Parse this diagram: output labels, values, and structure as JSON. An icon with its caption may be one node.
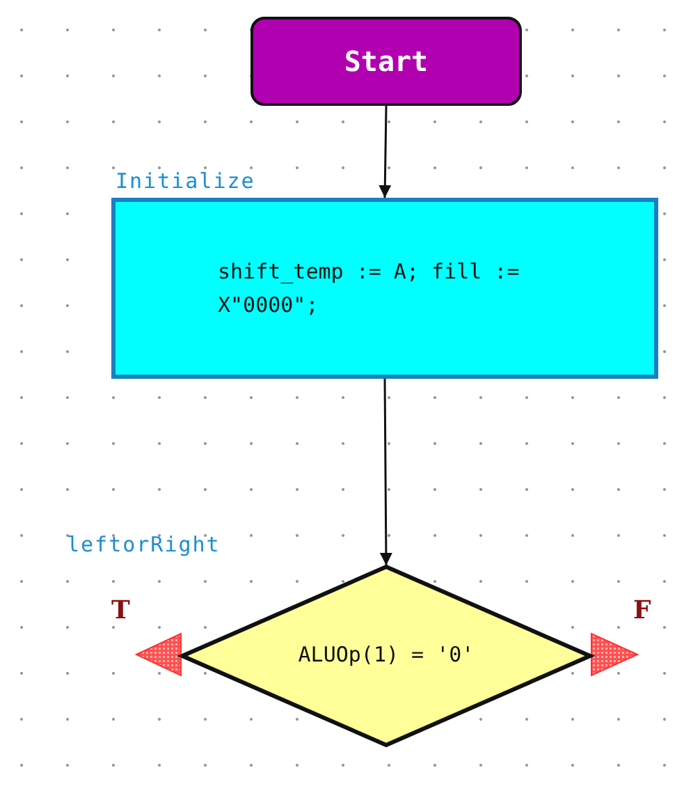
{
  "diagram": {
    "nodes": [
      {
        "text": [
          "Start"
        ]
      },
      {
        "text": [
          "Initialize",
          "shift_temp := A; fill := X\"0000\";"
        ]
      },
      {
        "text": [
          "leftorRight",
          "ALUOp(1) = '0'"
        ]
      }
    ],
    "edges": [
      {
        "from": 0,
        "to": 1,
        "arrow": "to"
      },
      {
        "from": 1,
        "to": 2,
        "arrow": "to"
      }
    ],
    "labels": [
      "T",
      "F"
    ]
  }
}
